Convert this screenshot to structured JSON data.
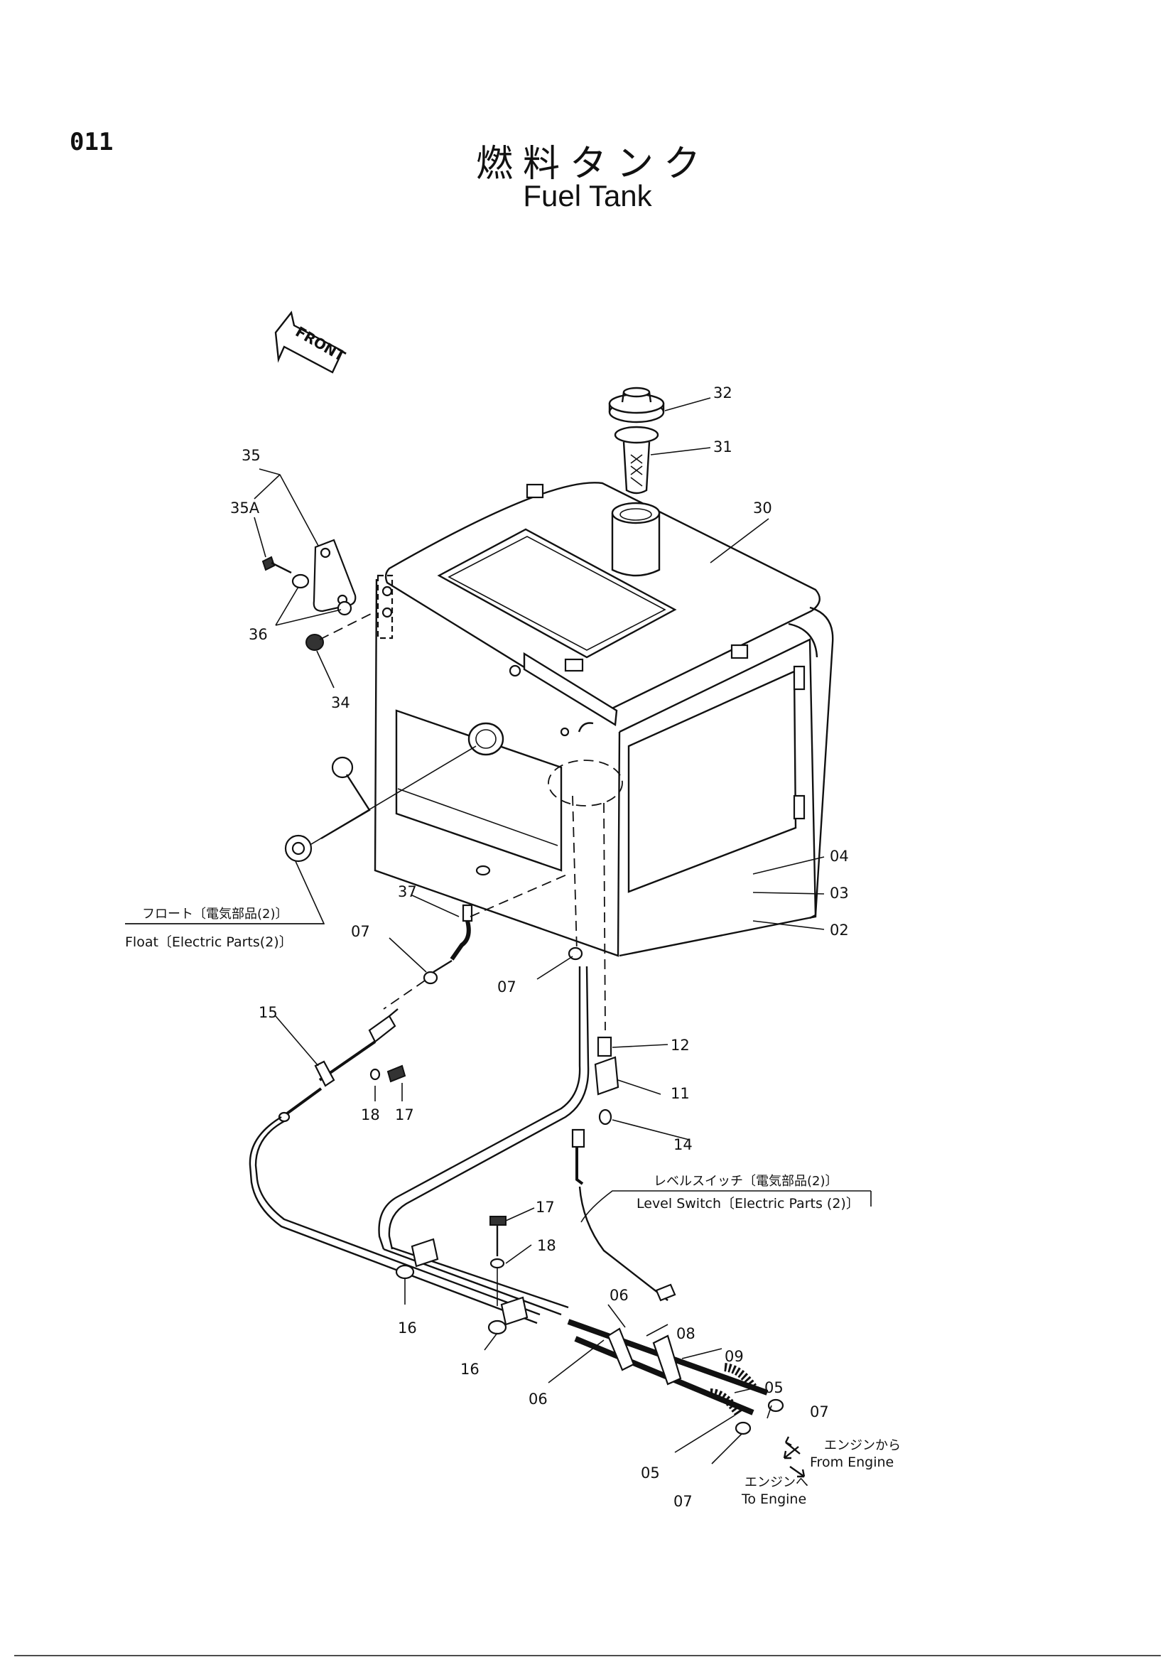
{
  "page": {
    "number": "011",
    "title_jp": "燃料タンク",
    "title_en": "Fuel Tank"
  },
  "front_marker": "FRONT",
  "part_labels": {
    "p02": "02",
    "p03": "03",
    "p04": "04",
    "p05a": "05",
    "p05b": "05",
    "p06a": "06",
    "p06b": "06",
    "p07a": "07",
    "p07b": "07",
    "p07c": "07",
    "p07d": "07",
    "p08": "08",
    "p09": "09",
    "p11": "11",
    "p12": "12",
    "p14": "14",
    "p15": "15",
    "p16a": "16",
    "p16b": "16",
    "p17a": "17",
    "p17b": "17",
    "p18a": "18",
    "p18b": "18",
    "p30": "30",
    "p31": "31",
    "p32": "32",
    "p34": "34",
    "p35": "35",
    "p35a": "35A",
    "p36": "36",
    "p37": "37"
  },
  "notes": {
    "float_jp": "フロート〔電気部品(2)〕",
    "float_en": "Float〔Electric Parts(2)〕",
    "level_jp": "レベルスイッチ〔電気部品(2)〕",
    "level_en": "Level Switch〔Electric Parts (2)〕",
    "from_engine_jp": "エンジンから",
    "from_engine_en": "From Engine",
    "to_engine_jp": "エンジンへ",
    "to_engine_en": "To Engine"
  }
}
